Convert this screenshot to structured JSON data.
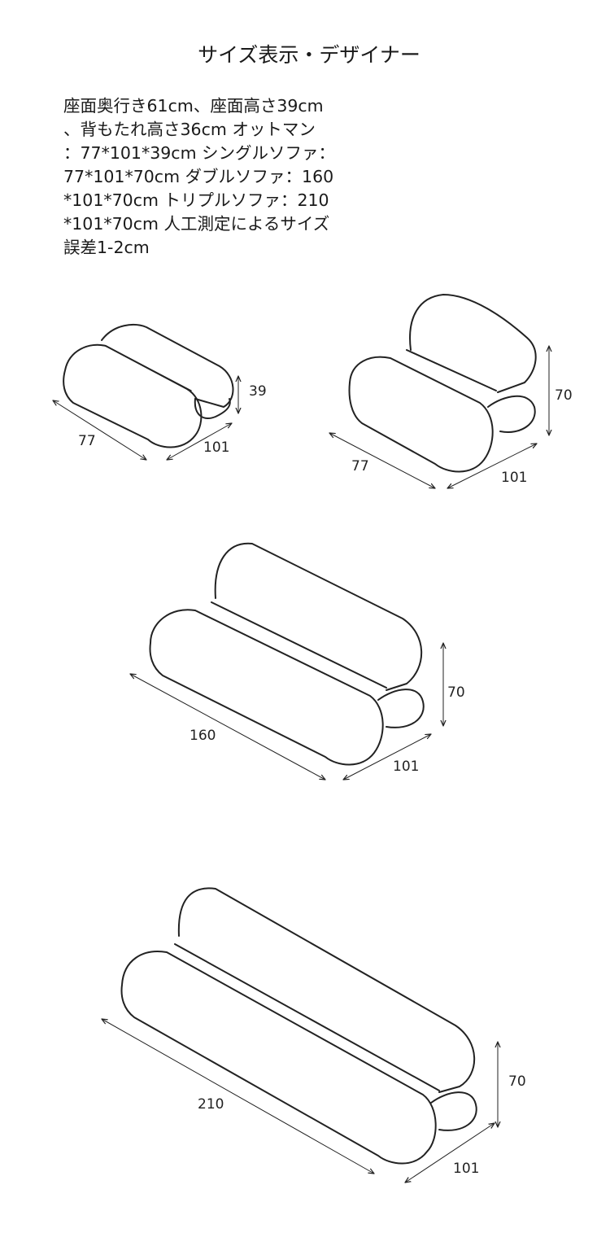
{
  "title": "サイズ表示・デザイナー",
  "description_lines": [
    "座面奥行き61cm、座面高さ39cm",
    "、背もたれ高さ36cm オットマン",
    "：77*101*39cm シングルソファ：",
    "77*101*70cm ダブルソファ：160",
    "*101*70cm トリプルソファ：210",
    "*101*70cm 人工測定によるサイズ",
    "誤差1-2cm"
  ],
  "diagrams": {
    "ottoman": {
      "width": "77",
      "depth": "101",
      "height": "39"
    },
    "single_sofa": {
      "width": "77",
      "depth": "101",
      "height": "70"
    },
    "double_sofa": {
      "width": "160",
      "depth": "101",
      "height": "70"
    },
    "triple_sofa": {
      "width": "210",
      "depth": "101",
      "height": "70"
    }
  }
}
